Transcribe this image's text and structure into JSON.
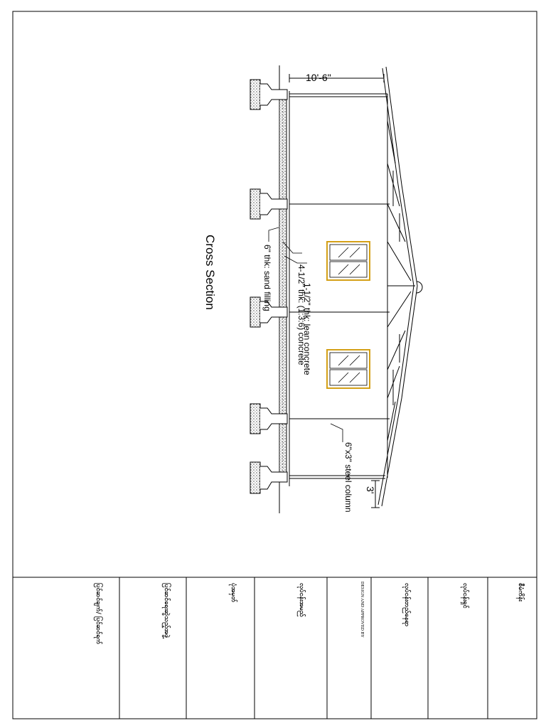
{
  "drawing": {
    "title": "Cross Section",
    "dimensions": {
      "span": "10'-6\"",
      "overhang": "3'"
    },
    "notes": {
      "lean_concrete": "1-1/2\" thk: lean concrete",
      "concrete": "4-1/2\" thk: (1:3:6) concrete",
      "sand_filling": "6\" thk: sand filling",
      "steel_column": "6\"x3\" steel column"
    },
    "colors": {
      "line": "#000000",
      "window_frame": "#d4a017",
      "hatch": "#6b6b6b"
    }
  },
  "title_block": {
    "cells": [
      "ပြင်ဆင်ချက်/ ပြင်ဆင်ရက်",
      "ပြင်ဆင်ရေးဆွဲသည့်အဖွဲ့",
      "ပုံအမှတ်",
      "လုပ်ငန်းအမည်",
      "DESIGN AND APPROVED BY",
      "လုပ်ငန်းတည်နေရာ",
      "လုပ်ငန်းရှင်",
      "စီမံကိန်း"
    ]
  }
}
